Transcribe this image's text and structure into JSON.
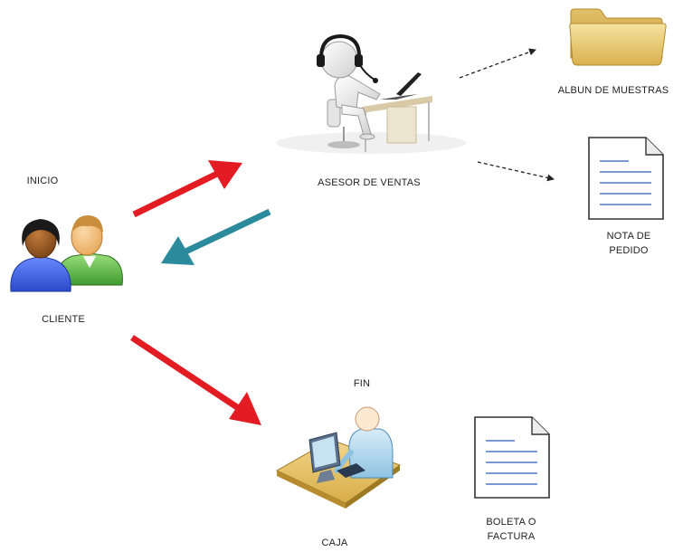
{
  "labels": {
    "inicio": "INICIO",
    "cliente": "CLIENTE",
    "asesor": "ASESOR DE VENTAS",
    "album": "ALBUN DE MUESTRAS",
    "nota_line1": "NOTA DE",
    "nota_line2": "PEDIDO",
    "fin": "FIN",
    "caja": "CAJA",
    "boleta_line1": "BOLETA O",
    "boleta_line2": "FACTURA"
  },
  "icons": {
    "cliente": "two-users-icon",
    "asesor": "call-center-agent-icon",
    "album": "folder-icon",
    "nota": "document-icon",
    "caja": "cashier-desk-icon",
    "boleta": "document-icon"
  },
  "colors": {
    "flow_arrow": "#e31b23",
    "return_arrow": "#2b8a9b",
    "dashed_arrow": "#222222",
    "folder": "#e8c86a"
  }
}
